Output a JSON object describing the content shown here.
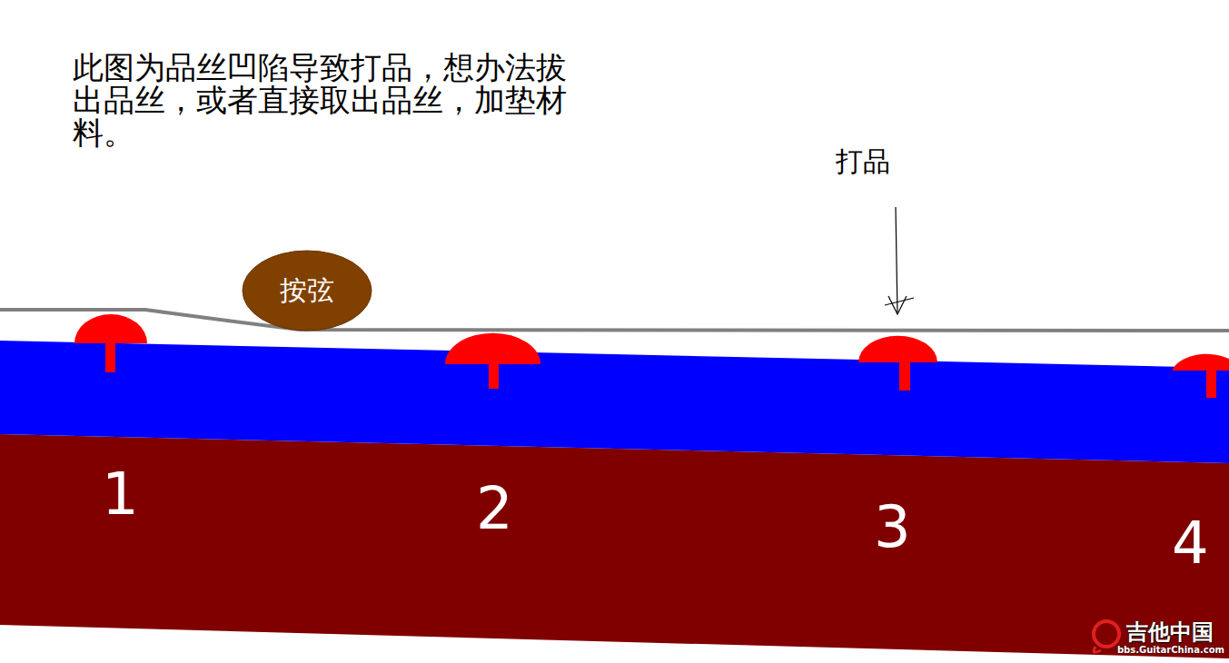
{
  "diagram": {
    "nodes": [
      {
        "text": [
          "按弦"
        ]
      }
    ],
    "labels": [
      "此图为品丝凹陷导致打品，想办法拔出品丝，或者直接取出品丝，加垫材料。",
      "打品",
      "1",
      "2",
      "3",
      "4",
      "吉他中国",
      "bbs.GuitarChina.com"
    ]
  }
}
